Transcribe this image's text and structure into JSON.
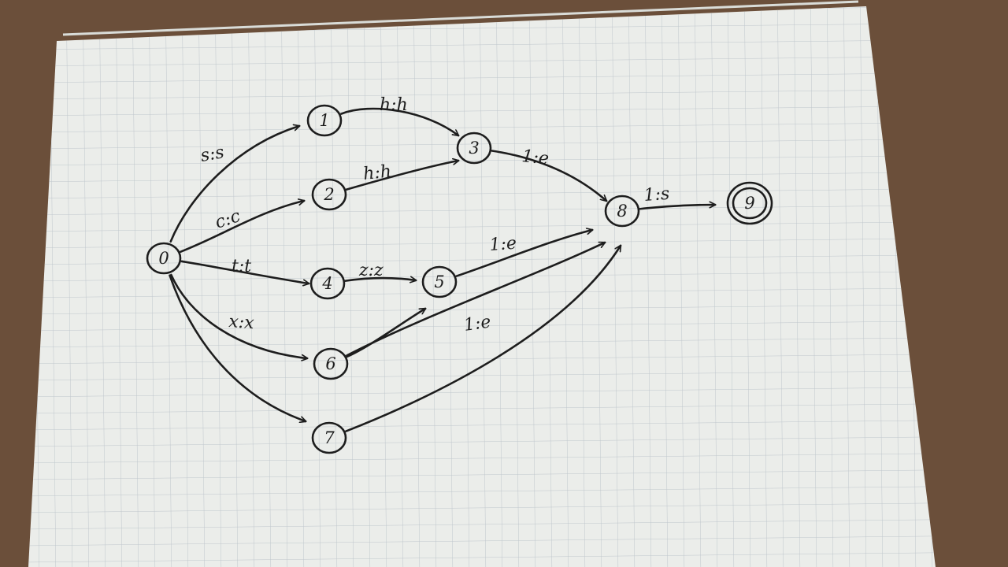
{
  "colors": {
    "table": "#6b4f3a",
    "paper": "#ebedea",
    "grid": "#bfc6cc",
    "ink": "#1d1d1d"
  },
  "nodes": [
    {
      "id": "0",
      "label": "0",
      "final": false
    },
    {
      "id": "1",
      "label": "1",
      "final": false
    },
    {
      "id": "2",
      "label": "2",
      "final": false
    },
    {
      "id": "3",
      "label": "3",
      "final": false
    },
    {
      "id": "4",
      "label": "4",
      "final": false
    },
    {
      "id": "5",
      "label": "5",
      "final": false
    },
    {
      "id": "6",
      "label": "6",
      "final": false
    },
    {
      "id": "7",
      "label": "7",
      "final": false
    },
    {
      "id": "8",
      "label": "8",
      "final": false
    },
    {
      "id": "9",
      "label": "9",
      "final": true
    }
  ],
  "edges": [
    {
      "id": "0-1",
      "from": "0",
      "to": "1",
      "label": "s:s"
    },
    {
      "id": "0-2",
      "from": "0",
      "to": "2",
      "label": "c:c"
    },
    {
      "id": "0-4",
      "from": "0",
      "to": "4",
      "label": "t:t"
    },
    {
      "id": "0-6",
      "from": "0",
      "to": "6",
      "label": "x:x"
    },
    {
      "id": "0-7",
      "from": "0",
      "to": "7",
      "label": ""
    },
    {
      "id": "1-3",
      "from": "1",
      "to": "3",
      "label": "h:h"
    },
    {
      "id": "2-3",
      "from": "2",
      "to": "3",
      "label": "h:h"
    },
    {
      "id": "3-8",
      "from": "3",
      "to": "8",
      "label": "1:e"
    },
    {
      "id": "4-5",
      "from": "4",
      "to": "5",
      "label": "z:z"
    },
    {
      "id": "5-8",
      "from": "5",
      "to": "8",
      "label": "1:e"
    },
    {
      "id": "6-5",
      "from": "6",
      "to": "5",
      "label": ""
    },
    {
      "id": "6-8",
      "from": "6",
      "to": "8",
      "label": "1:e"
    },
    {
      "id": "7-8",
      "from": "7",
      "to": "8",
      "label": ""
    },
    {
      "id": "8-9",
      "from": "8",
      "to": "9",
      "label": "1:s"
    }
  ]
}
